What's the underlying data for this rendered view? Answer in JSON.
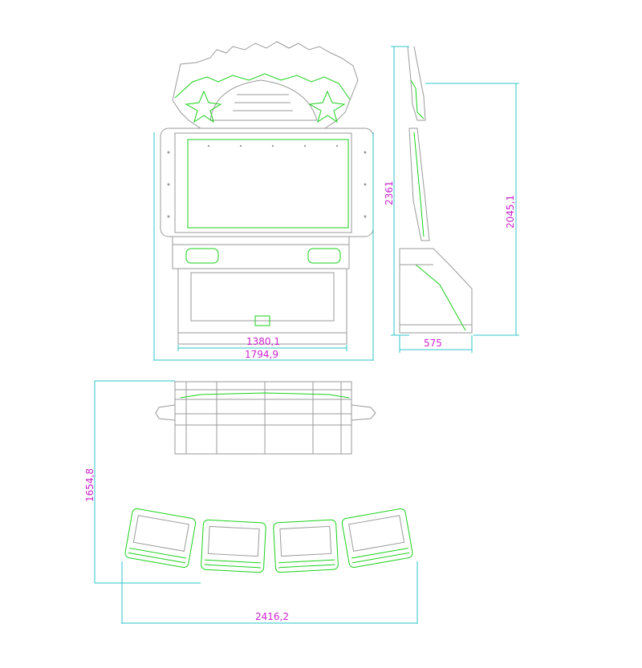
{
  "colors": {
    "dimension_line": "#2ec4c8",
    "dimension_text": "#cc22cc",
    "outline_gray": "#9a9a9a",
    "outline_green": "#19d119",
    "background": "#ffffff"
  },
  "views": {
    "front": {
      "width_inner": "1380,1",
      "width_total": "1794,9"
    },
    "side": {
      "height_total": "2361",
      "height_body": "2045,1",
      "depth": "575"
    },
    "plan": {
      "depth_total": "1654,8",
      "width_total": "2416,2"
    }
  }
}
